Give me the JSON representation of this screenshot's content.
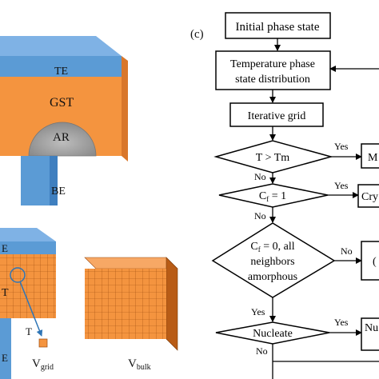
{
  "panel_c": {
    "label": "(c)",
    "boxes": {
      "initial": "Initial phase state",
      "temp_line1": "Temperature phase",
      "temp_line2": "state distribution",
      "iterative": "Iterative grid",
      "melt": "M",
      "cryst": "Cry",
      "right3": "(",
      "nucl": "Nu"
    },
    "decisions": {
      "d1": "T > Tm",
      "d2_main": "C",
      "d2_sub": "f",
      "d2_rest": " = 1",
      "d3_line1_main": "C",
      "d3_line1_sub": "f",
      "d3_line1_rest": " = 0, all",
      "d3_line2": "neighbors",
      "d3_line3": "amorphous",
      "d4": "Nucleate"
    },
    "branches": {
      "yes1": "Yes",
      "no1": "No",
      "yes2": "Yes",
      "no2": "No",
      "no3_right": "No",
      "yes3": "Yes",
      "yes4": "Yes",
      "no4": "No"
    }
  },
  "panel_device": {
    "te": "TE",
    "gst": "GST",
    "ar": "AR",
    "be": "BE"
  },
  "panel_grid": {
    "e_partial": "E",
    "t_partial": "T",
    "t_cube": "T",
    "e_bottom": "E",
    "v_grid_main": "V",
    "v_grid_sub": "grid",
    "v_bulk_main": "V",
    "v_bulk_sub": "bulk"
  },
  "colors": {
    "blue": "#5b9bd5",
    "orange": "#f4943f",
    "orange_dark": "#c8641b",
    "grey": "#a6a6a6"
  }
}
